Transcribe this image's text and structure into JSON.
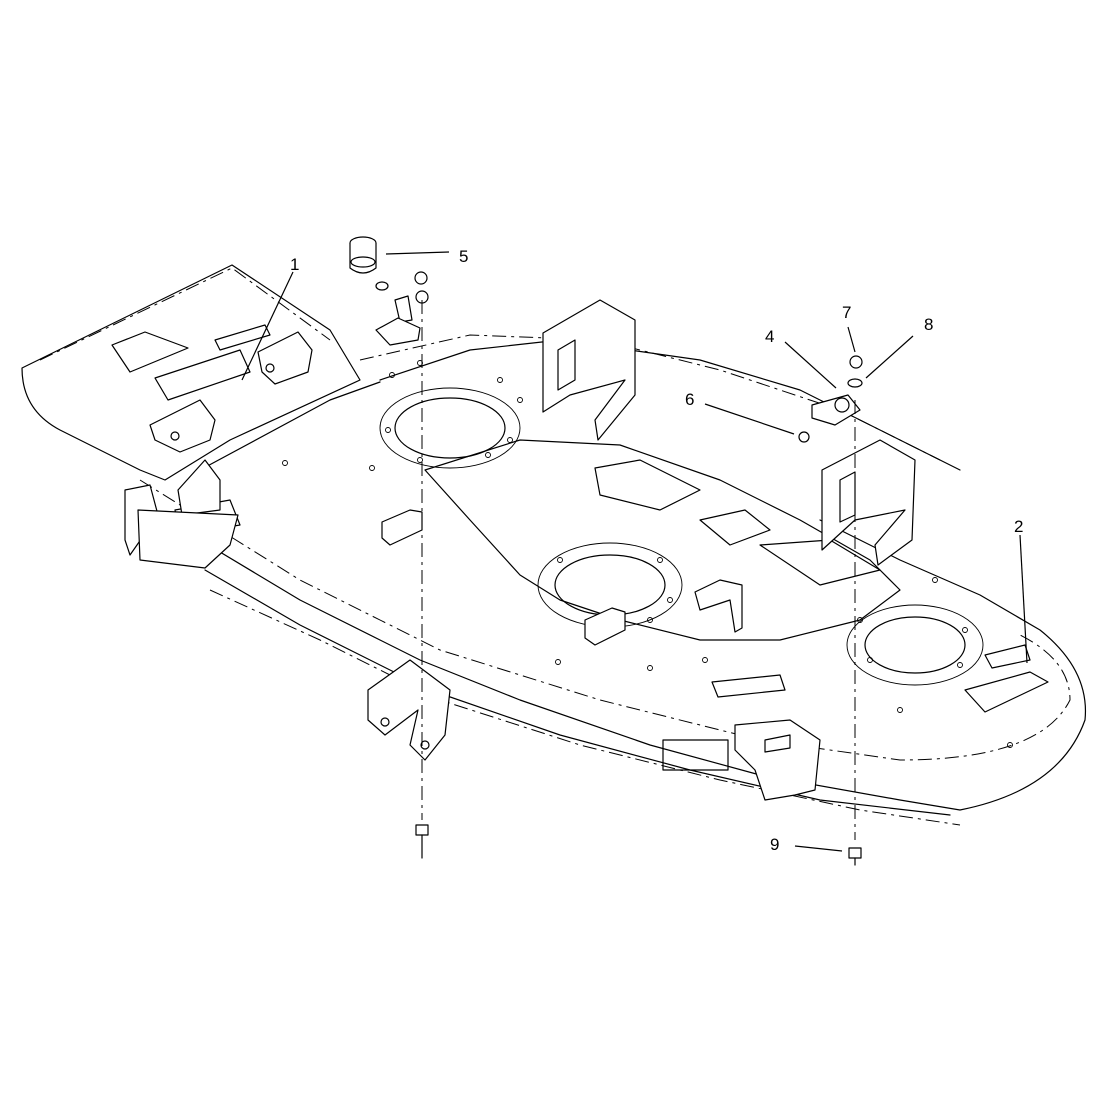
{
  "diagram": {
    "callouts": [
      {
        "id": "c1",
        "label": "1"
      },
      {
        "id": "c2",
        "label": "2"
      },
      {
        "id": "c4",
        "label": "4"
      },
      {
        "id": "c5",
        "label": "5"
      },
      {
        "id": "c6",
        "label": "6"
      },
      {
        "id": "c7",
        "label": "7"
      },
      {
        "id": "c8",
        "label": "8"
      },
      {
        "id": "c9",
        "label": "9"
      }
    ]
  }
}
